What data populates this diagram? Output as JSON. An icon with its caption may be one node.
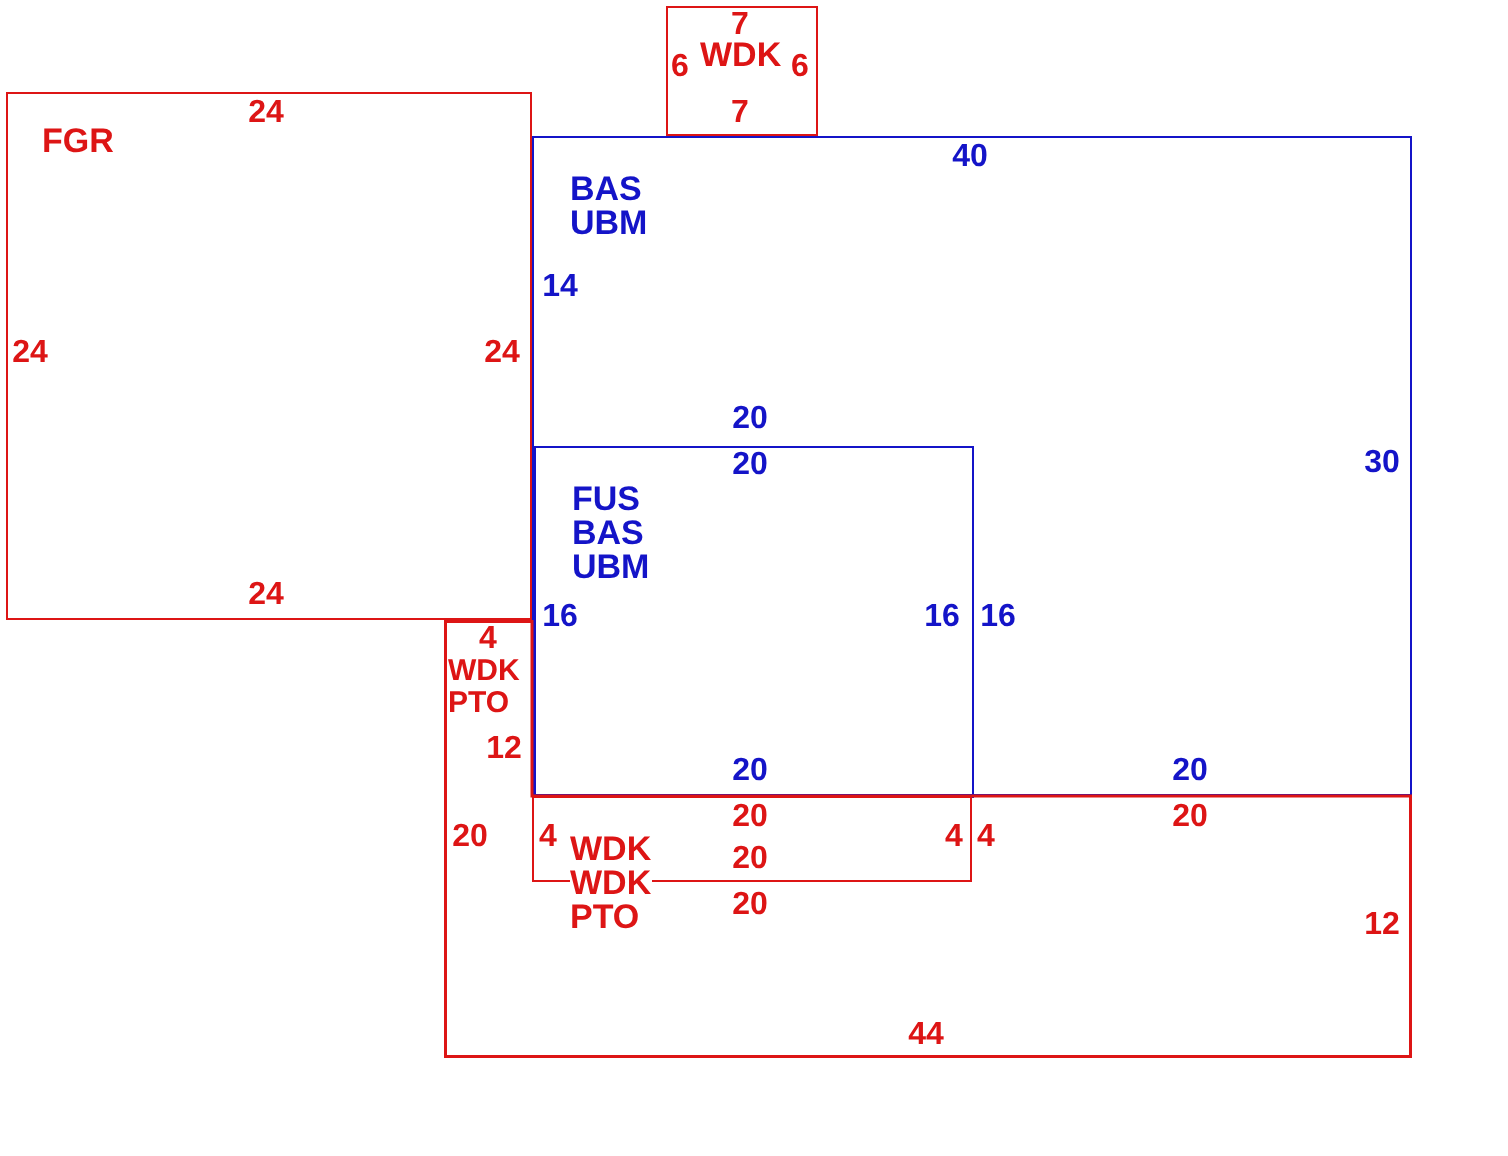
{
  "diagram": {
    "nodes": [
      {
        "text": [
          "FGR"
        ]
      },
      {
        "text": [
          "WDK"
        ]
      },
      {
        "text": [
          "BAS UBM"
        ]
      },
      {
        "text": [
          "FUS BAS UBM"
        ],
        "in": 2
      },
      {
        "text": [
          "WDK PTO"
        ]
      },
      {
        "text": [
          "WDK WDK PTO"
        ],
        "in": 4
      }
    ],
    "labels": [
      "7",
      "6",
      "6",
      "24",
      "7",
      "40",
      "14",
      "24",
      "24",
      "20",
      "20",
      "30",
      "24",
      "16",
      "16",
      "16",
      "4",
      "12",
      "20",
      "20",
      "20",
      "20",
      "20",
      "4",
      "4",
      "4",
      "20",
      "20",
      "12",
      "44"
    ]
  }
}
